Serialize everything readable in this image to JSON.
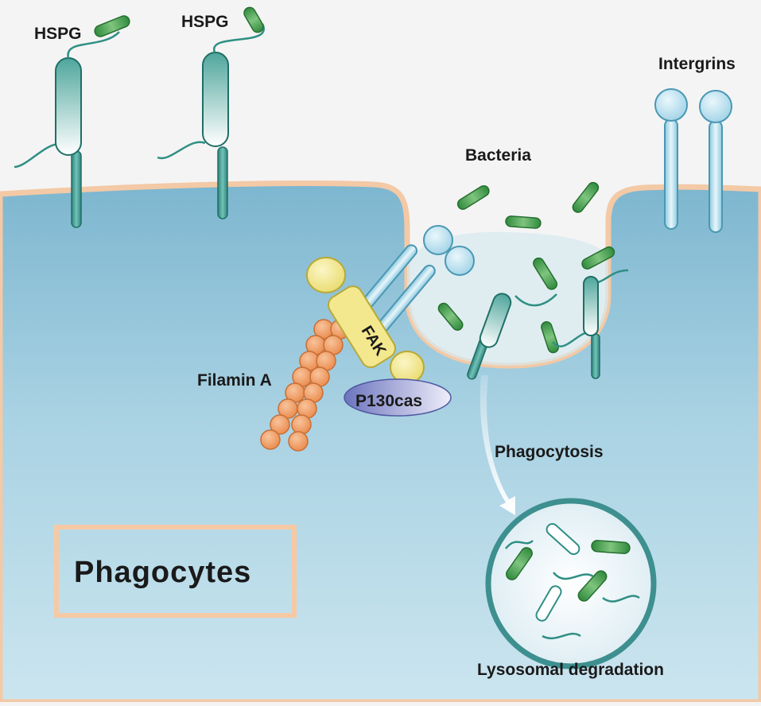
{
  "labels": {
    "hspg_left": "HSPG",
    "hspg_right": "HSPG",
    "integrins": "Intergrins",
    "bacteria": "Bacteria",
    "fak": "FAK",
    "filamin": "Filamin A",
    "p130": "P130cas",
    "phagocytosis": "Phagocytosis",
    "phagocytes": "Phagocytes",
    "lysosomal": "Lysosomal degradation"
  },
  "colors": {
    "background": "#f4f4f4",
    "cytoplasm_top": "#80b8d0",
    "cytoplasm_bottom": "#c9e3ee",
    "membrane": "#f3c9a6",
    "hspg_teal": "#3f9e95",
    "bacteria_green": "#3f9b45",
    "integrin_blue": "#a9d8ea",
    "fak_yellow": "#f3e88e",
    "filamin_orange": "#f2a063",
    "p130_purple": "#7a82c6",
    "phagocytes_box": "#f6c9a5",
    "lysosome_ring": "#3e8f8f"
  }
}
